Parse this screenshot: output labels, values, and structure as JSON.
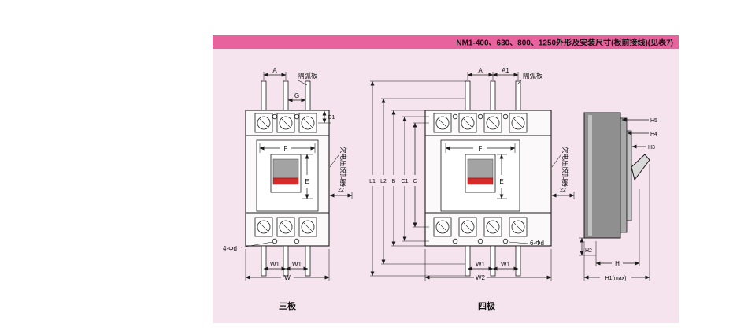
{
  "header": {
    "title": "NM1-400、630、800、1250外形及安装尺寸(板前接线)(见表7)"
  },
  "colors": {
    "header_bg": "#e8639e",
    "panel_bg": "#f5e3ee",
    "red": "#d62b2b",
    "line": "#1a1a1a"
  },
  "pole3": {
    "caption": "三极",
    "arc_plate": "隔弧板",
    "undervoltage": "欠电压脱扣器",
    "dim_a": "A",
    "dim_g": "G",
    "dim_g1": "G1",
    "dim_f": "F",
    "dim_e": "E",
    "dim_22": "22",
    "holes": "4-Φd",
    "dim_w1_left": "W1",
    "dim_w1_right": "W1",
    "dim_w": "W"
  },
  "pole4": {
    "caption": "四极",
    "arc_plate": "隔弧板",
    "undervoltage": "欠电压脱扣器",
    "dim_a": "A",
    "dim_a1": "A1",
    "dim_f": "F",
    "dim_e": "E",
    "dim_22": "22",
    "holes": "6-Φd",
    "dim_l1": "L1",
    "dim_l2": "L2",
    "dim_b": "B",
    "dim_c1": "C1",
    "dim_c": "C",
    "dim_w1_left": "W1",
    "dim_w1_right": "W1",
    "dim_w2": "W2"
  },
  "side": {
    "dim_h5": "H5",
    "dim_h4": "H4",
    "dim_h3": "H3",
    "dim_h2": "H2",
    "dim_h": "H",
    "dim_h1": "H1(max)"
  }
}
